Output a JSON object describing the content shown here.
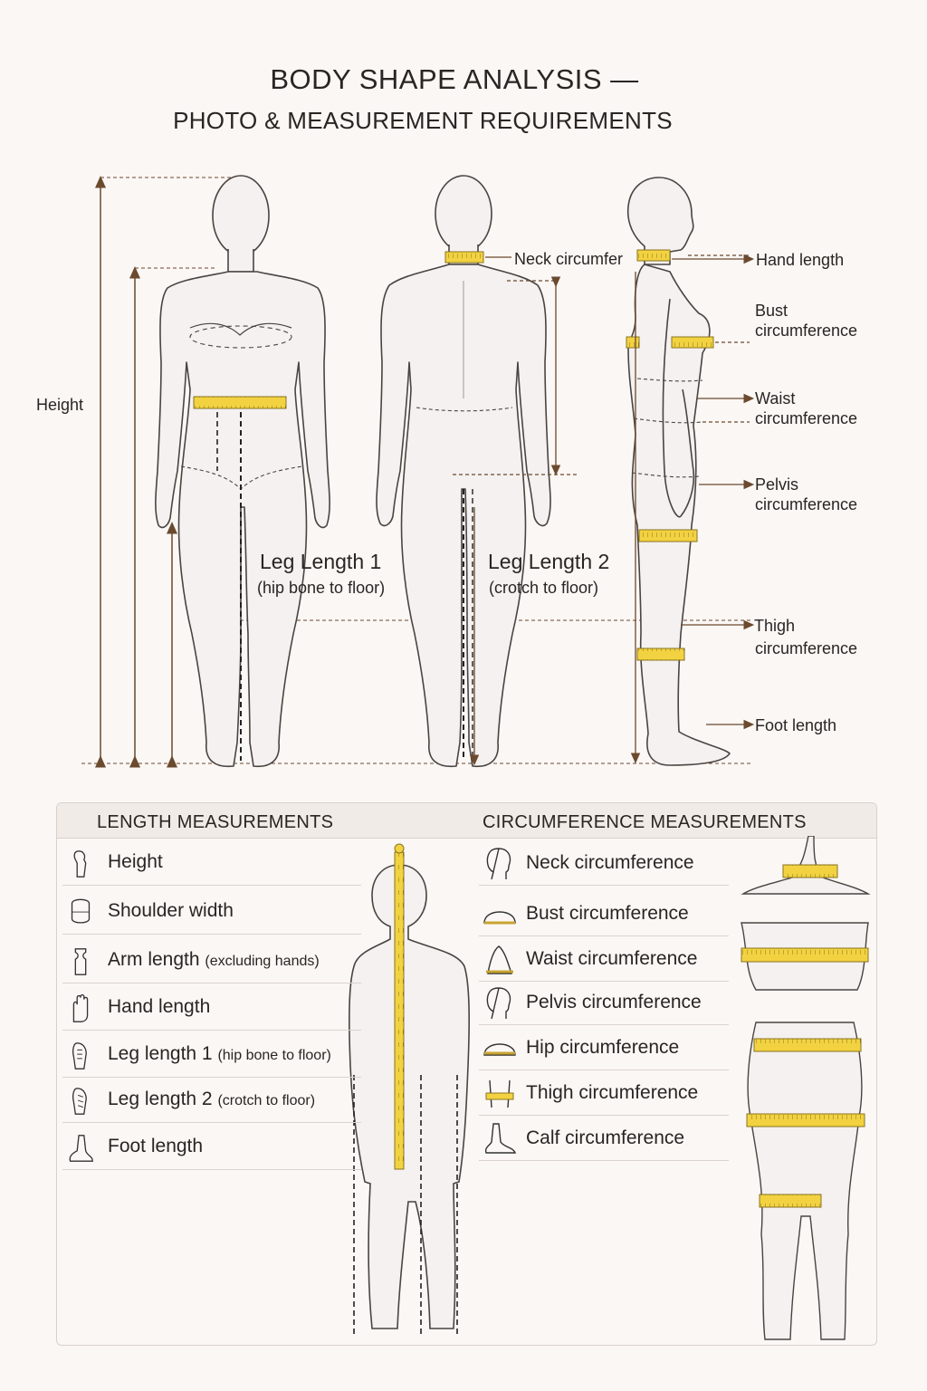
{
  "title": {
    "line1": "BODY SHAPE ANALYSIS —",
    "line2": "PHOTO & MEASUREMENT REQUIREMENTS"
  },
  "diagram": {
    "height_label": "Height",
    "leg1_label": "Leg Length 1",
    "leg1_sub": "(hip bone to floor)",
    "leg2_label": "Leg Length 2",
    "leg2_sub": "(crotch to floor)",
    "neck_label": "Neck circumfer",
    "right_labels": {
      "hand": "Hand length",
      "bust1": "Bust",
      "bust2": "circumference",
      "waist1": "Waist",
      "waist2": "circumference",
      "pelvis1": "Pelvis",
      "pelvis2": "circumference",
      "thigh1": "Thigh",
      "thigh2": "circumference",
      "foot": "Foot length"
    }
  },
  "panel": {
    "length_heading": "LENGTH MEASUREMENTS",
    "circ_heading": "CIRCUMFERENCE MEASUREMENTS",
    "length_items": [
      {
        "label": "Height",
        "note": ""
      },
      {
        "label": "Shoulder width",
        "note": ""
      },
      {
        "label": "Arm length",
        "note": "(excluding hands)"
      },
      {
        "label": "Hand length",
        "note": ""
      },
      {
        "label": "Leg length 1",
        "note": "(hip bone to floor)"
      },
      {
        "label": "Leg length 2",
        "note": "(crotch to floor)"
      },
      {
        "label": "Foot length",
        "note": ""
      }
    ],
    "circ_items": [
      {
        "label": "Neck circumference"
      },
      {
        "label": "Bust circumference"
      },
      {
        "label": "Waist circumference"
      },
      {
        "label": "Pelvis circumference"
      },
      {
        "label": "Hip circumference"
      },
      {
        "label": "Thigh circumference"
      },
      {
        "label": "Calf circumference"
      }
    ]
  },
  "colors": {
    "tape": "#f2d240",
    "tape_edge": "#8a7420",
    "arrow": "#6b4a2e",
    "line": "#4a4441",
    "body_fill": "#f4f1f0"
  }
}
